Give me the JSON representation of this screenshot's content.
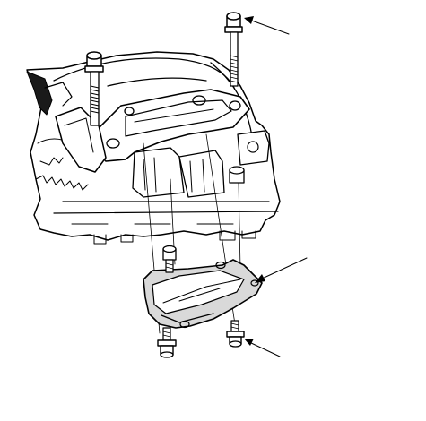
{
  "figure": {
    "background": "#ffffff",
    "ink_color": "#000000",
    "shade_color": "#d9d9d9",
    "parts": [
      {
        "id": "upper-bolt-right",
        "kind": "bolt"
      },
      {
        "id": "upper-bolt-left",
        "kind": "bolt"
      },
      {
        "id": "mounting-bracket",
        "kind": "bracket"
      },
      {
        "id": "engine-block",
        "kind": "housing"
      },
      {
        "id": "lower-cover",
        "kind": "cover"
      },
      {
        "id": "lower-bolt-left",
        "kind": "bolt"
      },
      {
        "id": "lower-bolt-right",
        "kind": "bolt"
      },
      {
        "id": "lower-bolt-center",
        "kind": "bolt"
      }
    ],
    "callouts": [
      {
        "id": "callout-upper-bolt"
      },
      {
        "id": "callout-lower-cover"
      },
      {
        "id": "callout-lower-bolt"
      }
    ]
  }
}
